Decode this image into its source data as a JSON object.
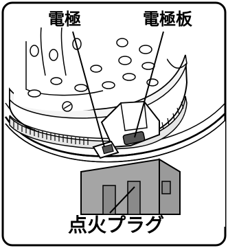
{
  "labels": {
    "electrode": "電極",
    "electrode_plate": "電極板",
    "spark_plug": "点火プラグ"
  },
  "colors": {
    "line": "#000000",
    "gray": "#9a9a9a",
    "dark_gray": "#555555",
    "light_gray": "#e6e6e6",
    "background": "#ffffff"
  }
}
